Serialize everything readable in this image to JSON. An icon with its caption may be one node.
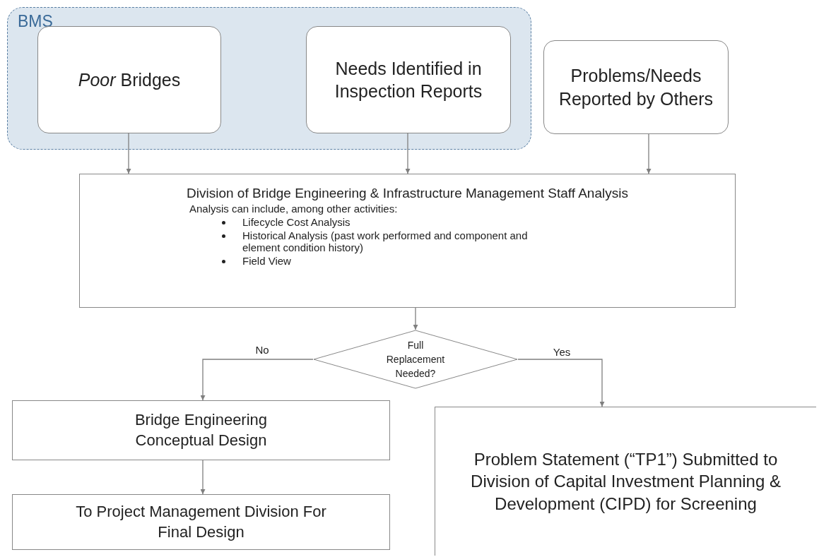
{
  "diagram": {
    "nodes": [
      {
        "text": [
          "BMS"
        ]
      },
      {
        "text": [
          "*Poor* Bridges"
        ],
        "in": 0
      },
      {
        "text": [
          "Needs Identified in Inspection Reports"
        ],
        "in": 0
      },
      {
        "text": [
          "Problems/Needs Reported by Others"
        ]
      },
      {
        "text": [
          "Division of Bridge Engineering & Infrastructure Management Staff Analysis",
          "Analysis can include, among other activities:",
          "Lifecycle Cost Analysis",
          "Historical Analysis (past work performed and component and element condition history)",
          "Field View"
        ]
      },
      {
        "text": [
          "Full Replacement Needed?"
        ]
      },
      {
        "text": [
          "Bridge Engineering Conceptual Design"
        ]
      },
      {
        "text": [
          "To Project Management Division For Final Design"
        ]
      },
      {
        "text": [
          "Problem Statement (“TP1”) Submitted to Division of Capital Investment Planning & Development (CIPD) for Screening"
        ]
      }
    ],
    "edges": [
      {
        "from": 1,
        "to": 4,
        "arrow": "to"
      },
      {
        "from": 2,
        "to": 4,
        "arrow": "to"
      },
      {
        "from": 3,
        "to": 4,
        "arrow": "to"
      },
      {
        "from": 4,
        "to": 5,
        "arrow": "to"
      },
      {
        "from": 5,
        "to": 6,
        "arrow": "to",
        "label": "No"
      },
      {
        "from": 5,
        "to": 8,
        "arrow": "to",
        "label": "Yes"
      },
      {
        "from": 6,
        "to": 7,
        "arrow": "to"
      }
    ]
  }
}
